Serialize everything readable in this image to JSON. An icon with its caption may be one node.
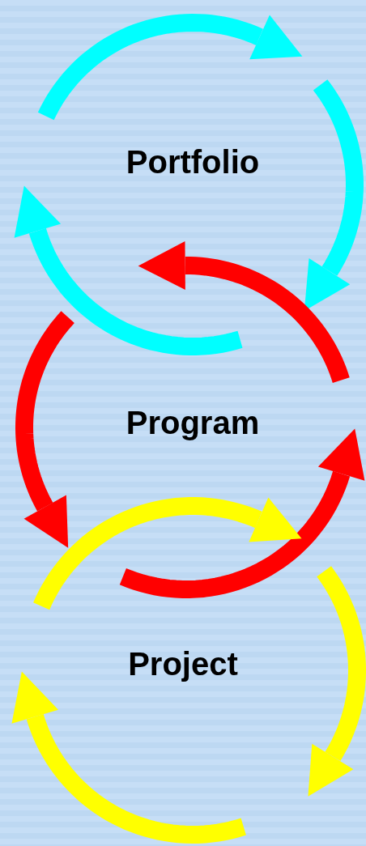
{
  "diagram": {
    "nodes": [
      {
        "text": [
          "Portfolio"
        ]
      },
      {
        "text": [
          "Program"
        ]
      },
      {
        "text": [
          "Project"
        ]
      }
    ]
  }
}
